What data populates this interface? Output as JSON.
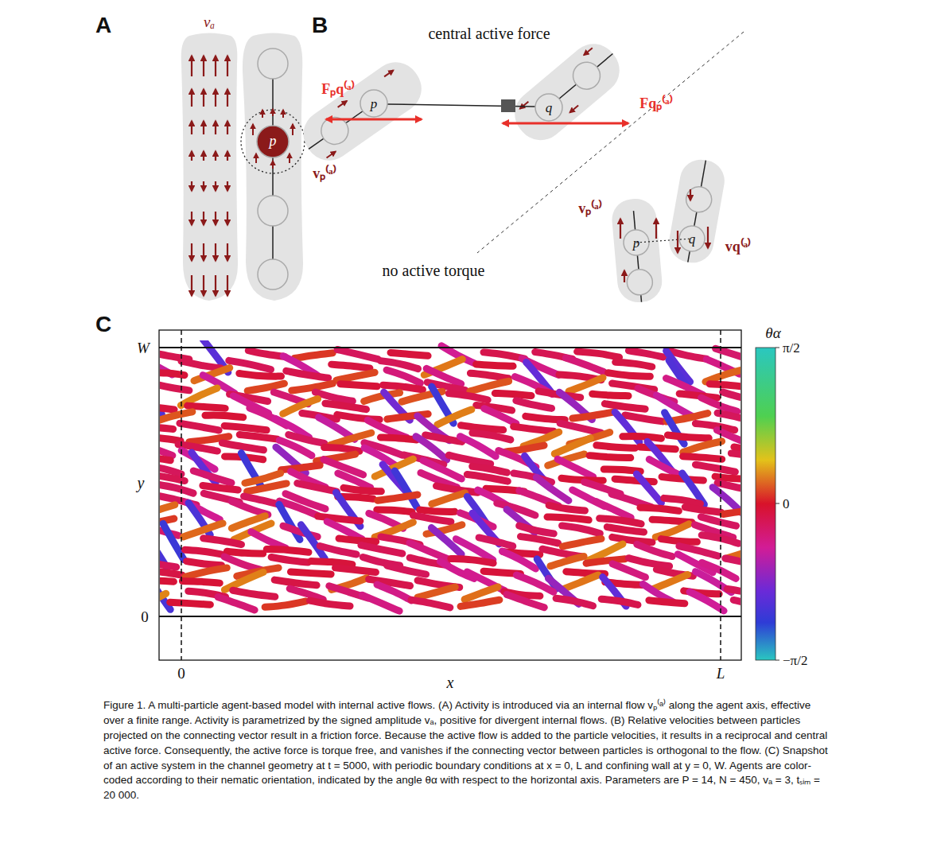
{
  "diagram": {
    "caption": "Figure 1. A multi-particle agent-based model with internal active flows. (A) Activity is introduced via an internal flow vₚ⁽ᵃ⁾ along the agent axis, effective over a finite range. Activity is parametrized by the signed amplitude vₐ, positive for divergent internal flows. (B) Relative velocities between particles projected on the connecting vector result in a friction force. Because the active flow is added to the particle velocities, it results in a reciprocal and central active force. Consequently, the active force is torque free, and vanishes if the connecting vector between particles is orthogonal to the flow. (C) Snapshot of an active system in the channel geometry at t = 5000, with periodic boundary conditions at x = 0, L and confining wall at y = 0, W. Agents are color-coded according to their nematic orientation, indicated by the angle θα with respect to the horizontal axis. Parameters are P = 14, N = 450, vₐ = 3, tₛᵢₘ = 20 000.",
    "labels": [
      "A",
      "vₐ",
      "p",
      "vₚ⁽ᵃ⁾",
      "B",
      "central active force",
      "Fₚq⁽ᵃ⁾",
      "p",
      "q",
      "Fqₚ⁽ᵃ⁾",
      "no active torque",
      "vₚ⁽ᵃ⁾",
      "p",
      "q",
      "vq⁽ᵃ⁾",
      "C",
      "W",
      "y",
      "0",
      "0",
      "L",
      "x",
      "θα",
      "π/2",
      "0",
      "−π/2"
    ]
  }
}
